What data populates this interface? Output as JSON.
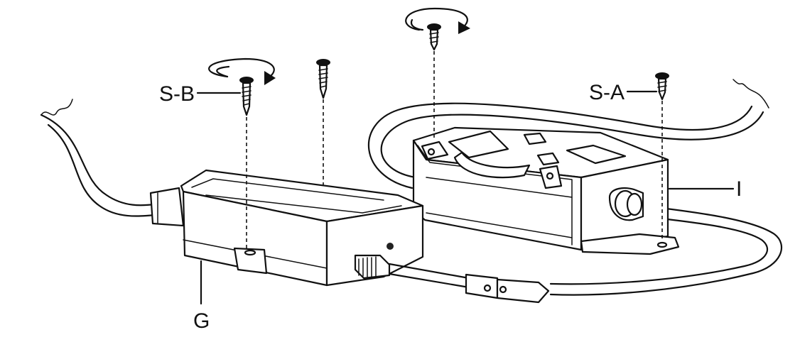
{
  "labels": {
    "screw_b": "S-B",
    "screw_a": "S-A",
    "housing": "G",
    "driver": "I"
  }
}
